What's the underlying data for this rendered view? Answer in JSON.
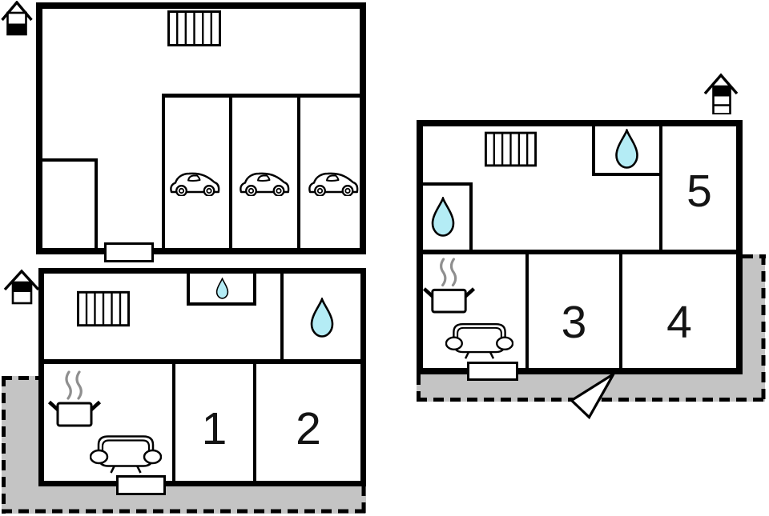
{
  "diagram_type": "holiday-home floor plan",
  "colors": {
    "wall": "#000000",
    "water_drop": "#b4ecf5",
    "terrace": "#c4c4c4",
    "steam": "#8f8f8f",
    "background": "#ffffff"
  },
  "floors": {
    "garage": {
      "label": "garage level",
      "level_icon": "house-2-storey-lower-highlighted",
      "parking_spaces": 3,
      "icons": [
        "radiator-icon",
        "car-icon",
        "car-icon",
        "car-icon",
        "entrance-door"
      ]
    },
    "floor1": {
      "label": "main floor",
      "level_icon": "house-2-storey-upper-highlighted",
      "rooms": [
        {
          "number": "1"
        },
        {
          "number": "2"
        }
      ],
      "icons": [
        "radiator-icon",
        "water-drop-small",
        "water-drop-large",
        "cooking-pot-icon",
        "sofa-icon",
        "entrance-door",
        "terrace"
      ]
    },
    "floor2": {
      "label": "top floor",
      "level_icon": "house-3-storey-top-highlighted",
      "rooms": [
        {
          "number": "3"
        },
        {
          "number": "4"
        },
        {
          "number": "5"
        }
      ],
      "icons": [
        "radiator-icon",
        "water-drop-small",
        "water-drop-large",
        "cooking-pot-icon",
        "sofa-icon",
        "entrance-door",
        "terrace",
        "entrance-arrow"
      ]
    }
  }
}
